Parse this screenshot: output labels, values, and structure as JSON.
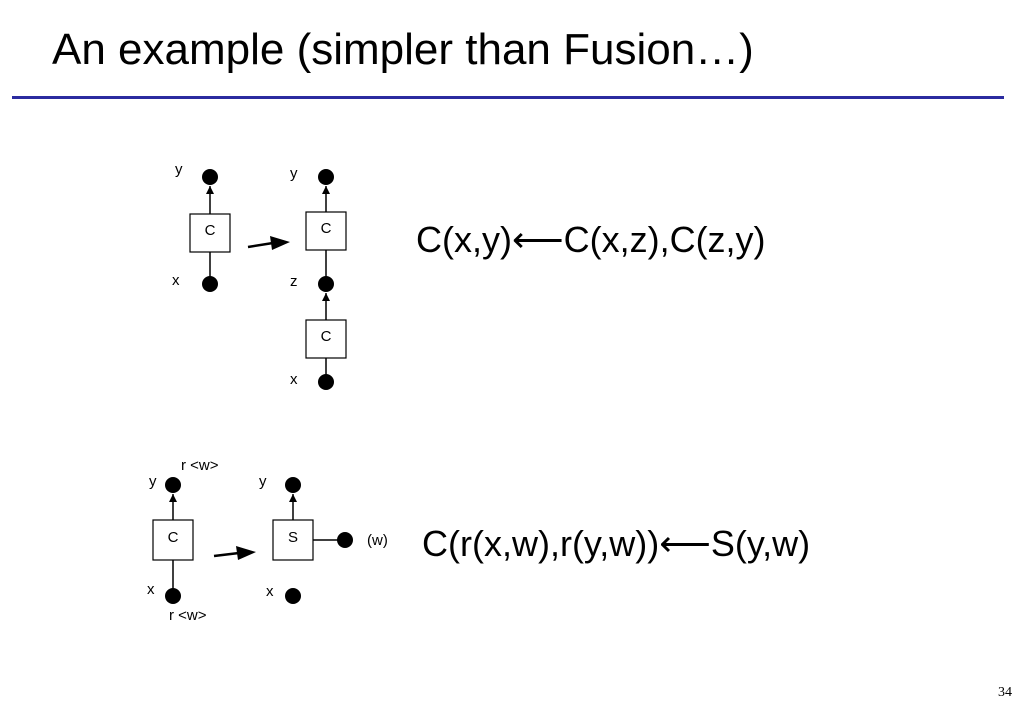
{
  "slide": {
    "title": "An example (simpler than Fusion…)",
    "page_number": "34"
  },
  "diagram1": {
    "left": {
      "box": "C",
      "top_label": "y",
      "bottom_label": "x"
    },
    "right": {
      "top_box": "C",
      "bottom_box": "C",
      "top_label": "y",
      "middle_label": "z",
      "bottom_label": "x"
    },
    "formula": "C(x,y)⟵C(x,z),C(z,y)"
  },
  "diagram2": {
    "left": {
      "box": "C",
      "top_label": "y",
      "bottom_label": "x",
      "top_annotation": "r <w>",
      "bottom_annotation": "r <w>"
    },
    "right": {
      "box": "S",
      "top_label": "y",
      "bottom_label": "x",
      "side_label": "(w)"
    },
    "formula": "C(r(x,w),r(y,w))⟵S(y,w)"
  },
  "colors": {
    "rule": "#2b2ba0",
    "ink": "#000000"
  }
}
